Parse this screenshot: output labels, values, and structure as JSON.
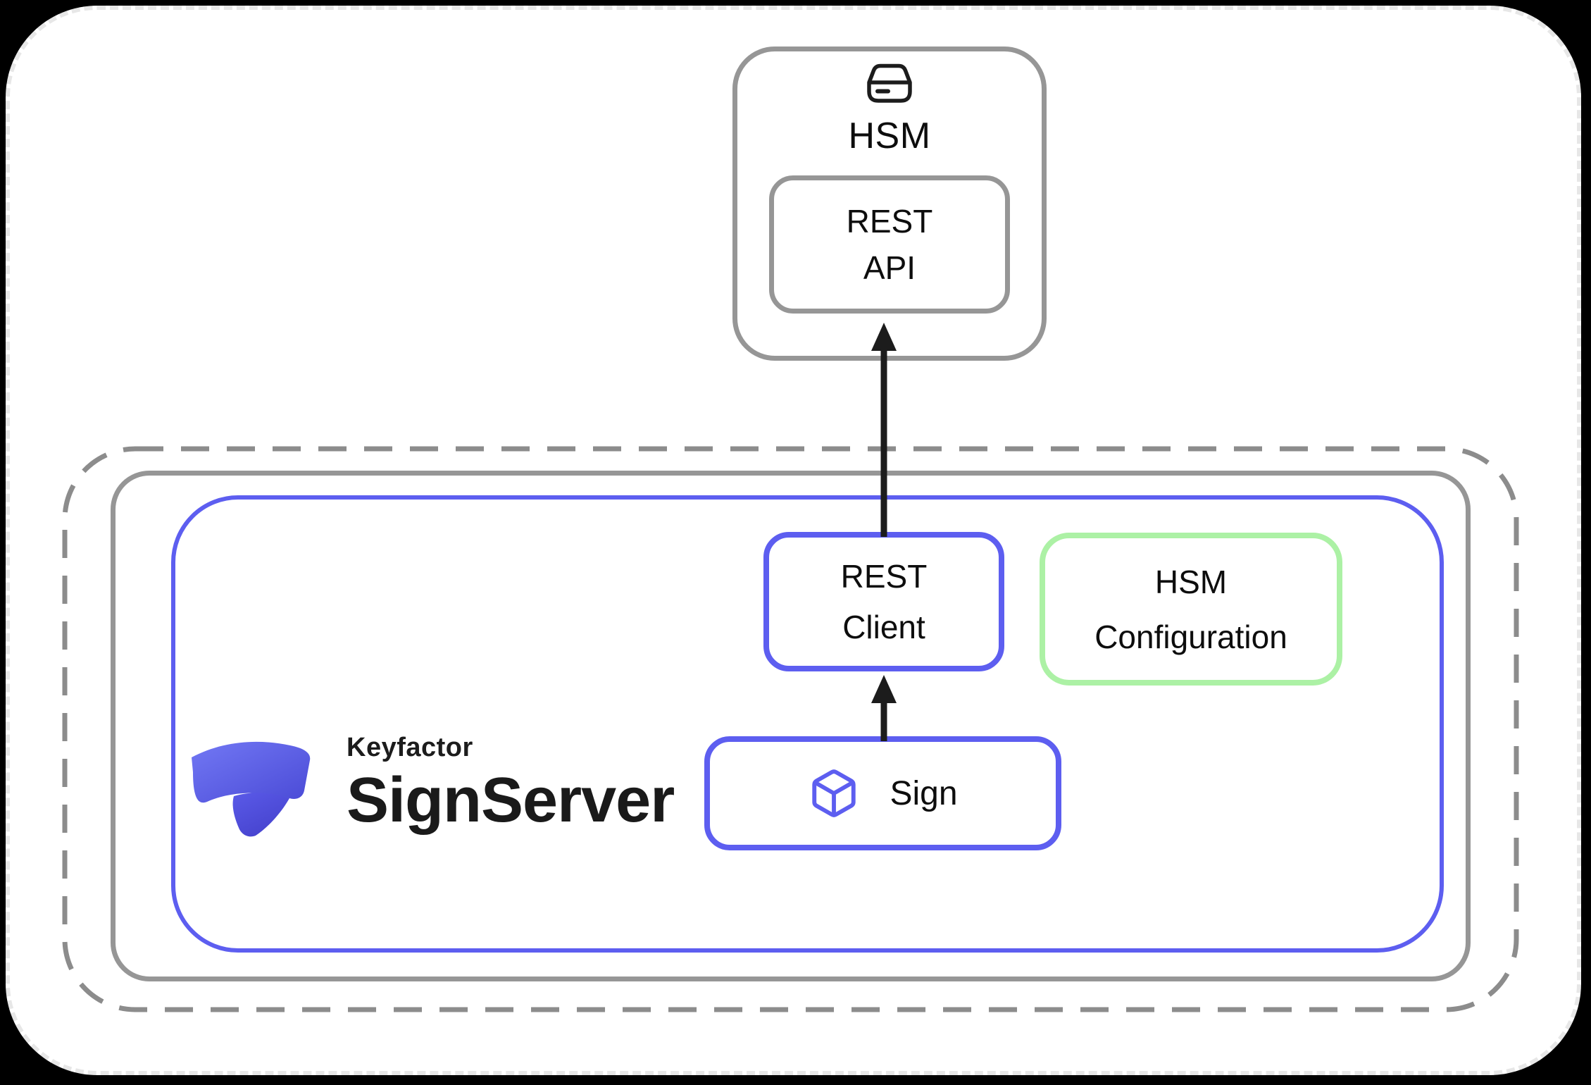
{
  "colors": {
    "page_background": "#000000",
    "card_background": "#ffffff",
    "card_dotted_border": "#e7e7e7",
    "gray_stroke": "#969696",
    "dashed_gray_stroke": "#8c8c8c",
    "accent_blue": "#5d5ef0",
    "accent_green": "#acf1a5",
    "arrow_black": "#1c1c1c",
    "text_black": "#0d0d0d",
    "logo_purple_light": "#7278f4",
    "logo_purple_dark": "#4643ce"
  },
  "hsm_unit": {
    "icon": "storage-drive-icon",
    "title": "HSM",
    "rest_api": {
      "line1": "REST",
      "line2": "API"
    }
  },
  "environment": {
    "logo": {
      "icon": "keyfactor-ribbon-logo",
      "brand": "Keyfactor",
      "product": "SignServer"
    },
    "rest_client": {
      "line1": "REST",
      "line2": "Client"
    },
    "hsm_configuration": {
      "line1": "HSM",
      "line2": "Configuration"
    },
    "sign": {
      "icon": "cube-icon",
      "label": "Sign"
    }
  },
  "connections": [
    {
      "from": "sign",
      "to": "rest-client",
      "direction": "up"
    },
    {
      "from": "rest-client",
      "to": "hsm-rest-api",
      "direction": "up"
    }
  ]
}
